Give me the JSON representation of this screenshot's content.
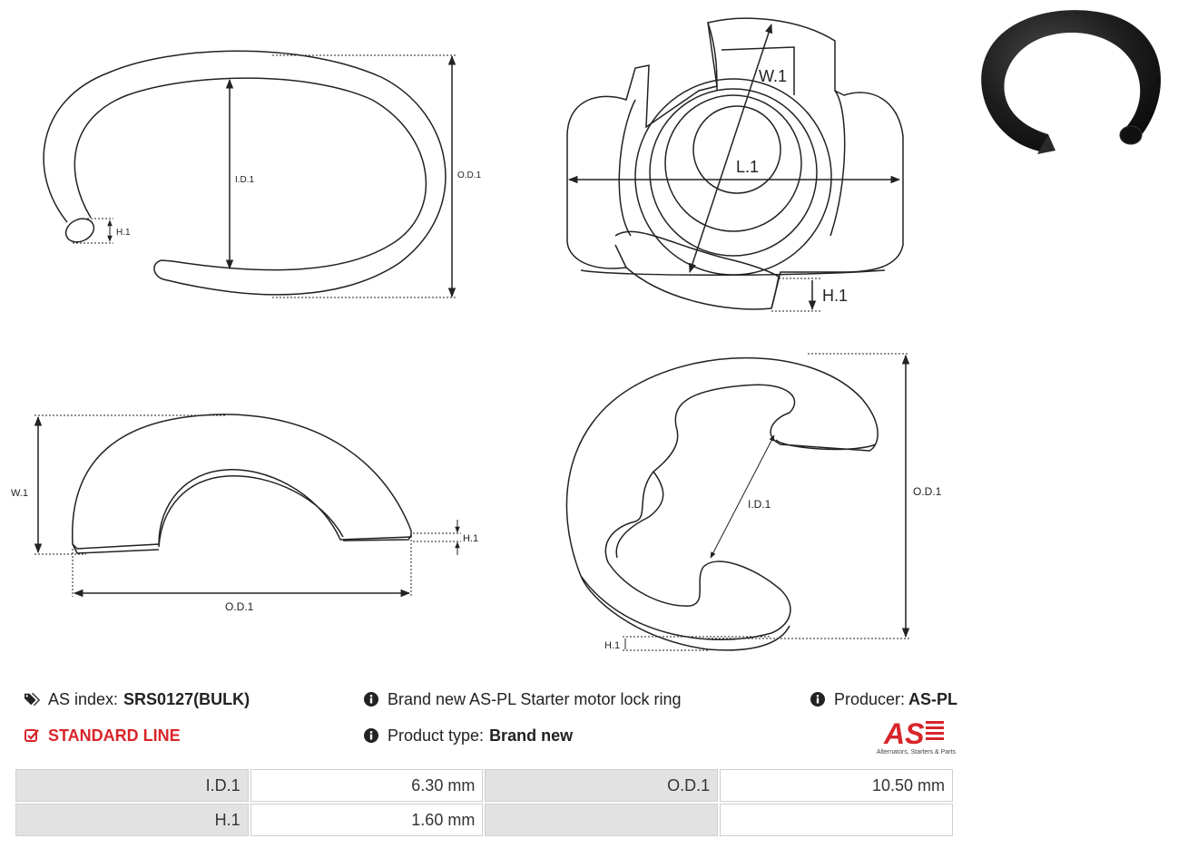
{
  "drawings": {
    "top_left": {
      "id_label": "I.D.1",
      "od_label": "O.D.1",
      "h_label": "H.1"
    },
    "top_center": {
      "w_label": "W.1",
      "l_label": "L.1",
      "h_label": "H.1"
    },
    "bottom_left": {
      "w_label": "W.1",
      "od_label": "O.D.1",
      "h_label": "H.1"
    },
    "bottom_center": {
      "id_label": "I.D.1",
      "od_label": "O.D.1",
      "h_label": "H.1"
    }
  },
  "info": {
    "as_index_label": "AS index:",
    "as_index_value": "SRS0127(BULK)",
    "line_label": "STANDARD LINE",
    "description": "Brand new AS-PL Starter motor lock ring",
    "product_type_label": "Product type:",
    "product_type_value": "Brand new",
    "producer_label": "Producer:",
    "producer_value": "AS-PL"
  },
  "logo": {
    "text": "AS",
    "tagline": "Alternators, Starters & Parts",
    "color": "#d8252a"
  },
  "specs": [
    {
      "k1": "I.D.1",
      "v1": "6.30 mm",
      "k2": "O.D.1",
      "v2": "10.50 mm"
    },
    {
      "k1": "H.1",
      "v1": "1.60 mm",
      "k2": "",
      "v2": ""
    }
  ]
}
